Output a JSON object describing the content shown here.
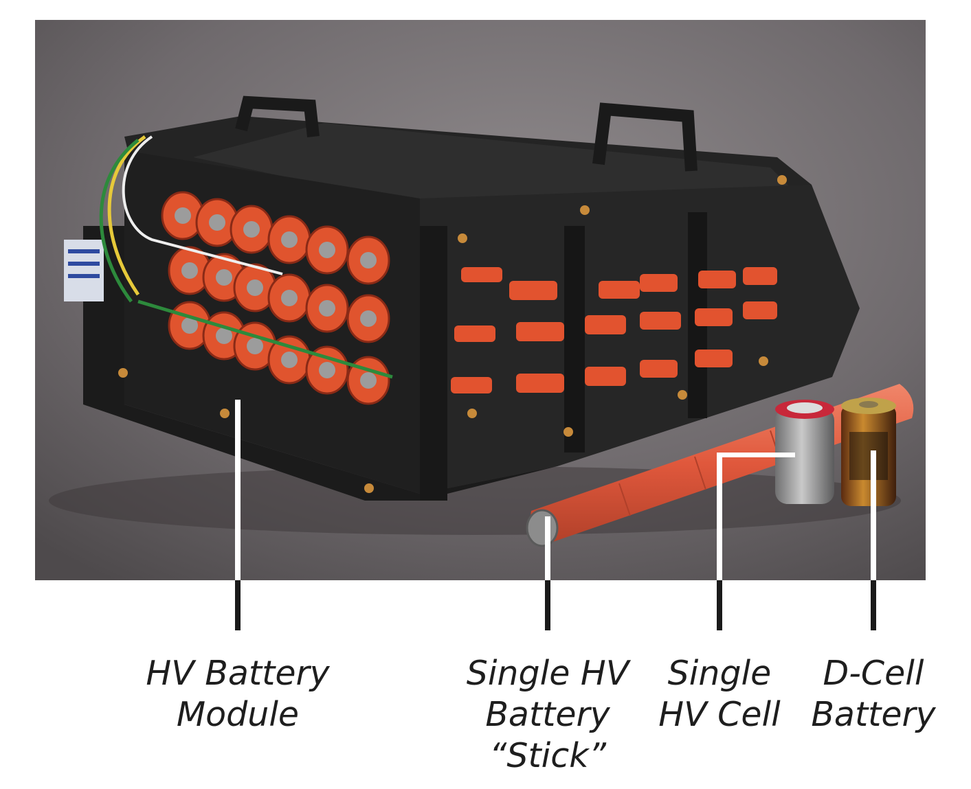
{
  "labels": {
    "hv_battery_module": [
      "HV Battery",
      "Module"
    ],
    "single_hv_stick": [
      "Single HV",
      "Battery",
      "“Stick”"
    ],
    "single_hv_cell": [
      "Single",
      "HV Cell"
    ],
    "d_cell_battery": [
      "D-Cell",
      "Battery"
    ]
  },
  "colors": {
    "background": "#ffffff",
    "leader_line_white": "#ffffff",
    "leader_line_black": "#1a1a1a",
    "cell_orange": "#e0542e",
    "case_black": "#202020"
  }
}
